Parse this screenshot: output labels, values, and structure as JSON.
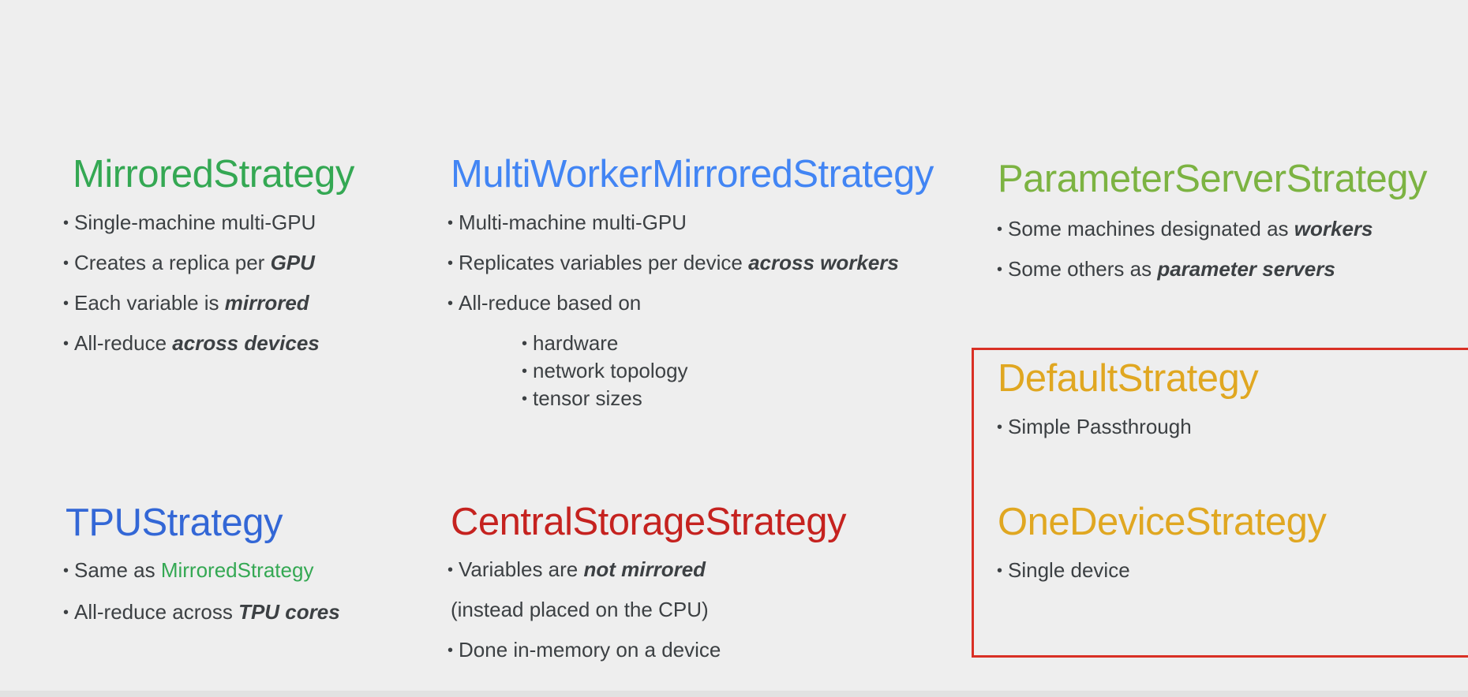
{
  "strategies": {
    "mirrored": {
      "title": "MirroredStrategy",
      "title_color": "#34a853",
      "bullets": [
        {
          "text": "Single-machine multi-GPU",
          "emph": ""
        },
        {
          "text": "Creates a replica per ",
          "emph": "GPU"
        },
        {
          "text": "Each variable is ",
          "emph": "mirrored"
        },
        {
          "text": "All-reduce ",
          "emph": "across devices"
        }
      ]
    },
    "multiworker": {
      "title": "MultiWorkerMirroredStrategy",
      "title_color": "#4285f4",
      "bullets": [
        {
          "text": "Multi-machine multi-GPU",
          "emph": ""
        },
        {
          "text": "Replicates variables per device ",
          "emph": "across workers"
        },
        {
          "text": "All-reduce based on",
          "emph": ""
        }
      ],
      "sub_bullets": [
        "hardware",
        "network topology",
        "tensor sizes"
      ]
    },
    "parameter_server": {
      "title": "ParameterServerStrategy",
      "title_color": "#7cb342",
      "bullets": [
        {
          "text": "Some machines designated as ",
          "emph": "workers"
        },
        {
          "text": "Some others as ",
          "emph": "parameter servers"
        }
      ]
    },
    "tpu": {
      "title": "TPUStrategy",
      "title_color": "#3367d6",
      "bullets": [
        {
          "text": "Same as ",
          "link": "MirroredStrategy"
        },
        {
          "text": "All-reduce across ",
          "emph": "TPU cores"
        }
      ]
    },
    "central_storage": {
      "title": "CentralStorageStrategy",
      "title_color": "#c5221f",
      "bullets": [
        {
          "text": "Variables are ",
          "emph": "not mirrored"
        },
        {
          "text": "Done in-memory on a device",
          "emph": ""
        }
      ],
      "note": "(instead placed on the CPU)"
    },
    "default": {
      "title": "DefaultStrategy",
      "title_color": "#e0a721",
      "bullets": [
        {
          "text": "Simple Passthrough",
          "emph": ""
        }
      ]
    },
    "one_device": {
      "title": "OneDeviceStrategy",
      "title_color": "#e0a721",
      "bullets": [
        {
          "text": "Single device",
          "emph": ""
        }
      ]
    }
  },
  "bullet_glyph": "•",
  "highlight_color": "#d93025"
}
